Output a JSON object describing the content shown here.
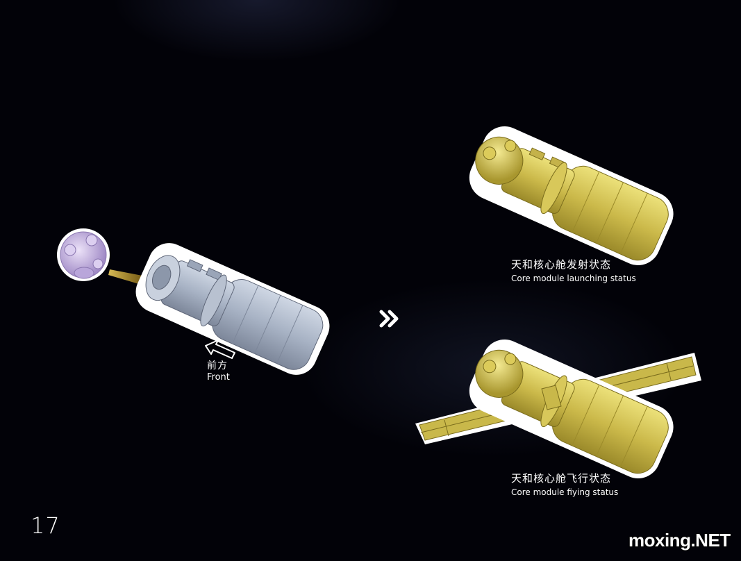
{
  "page": {
    "number": "17"
  },
  "front_label": {
    "cn": "前方",
    "en": "Front"
  },
  "launch_state": {
    "cn": "天和核心舱发射状态",
    "en": "Core module launching status"
  },
  "flight_state": {
    "cn": "天和核心舱飞行状态",
    "en": "Core module fiying status"
  },
  "watermark": {
    "text": "moxing.NET"
  },
  "icons": {
    "next_step": "double-chevron-right-icon",
    "direction": "outline-arrow-icon"
  },
  "colors": {
    "background": "#020208",
    "module_blue": "#a9b4c6",
    "module_gold": "#c9b84a",
    "node_purple": "#c8b4e4"
  }
}
